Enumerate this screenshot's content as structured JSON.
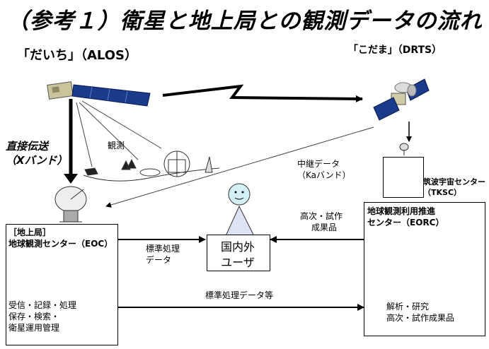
{
  "title": "（参考１）衛星と地上局との観測データの流れ",
  "daichi_label": "「だいち」（ALOS）",
  "kodama_label": "「こだま」（DRTS）",
  "direct_label_1": "直接伝送",
  "direct_label_2": "（Xバンド）",
  "observation_label": "観測",
  "relay_label_1": "中継データ",
  "relay_label_2": "（Kaバンド）",
  "tksc_label_1": "筑波宇宙センター",
  "tksc_label_2": "（TKSC）",
  "eoc_title_1": "［地上局］",
  "eoc_title_2": "地球観測センター（EOC）",
  "eoc_func_1": "受信・記録・処理",
  "eoc_func_2": "保存・検索・",
  "eoc_func_3": "衛星運用管理",
  "standard_label_1": "標準処理",
  "standard_label_2": "データ",
  "users_label_1": "国内外",
  "users_label_2": "ユーザ",
  "higher_label_1": "高次・試作",
  "higher_label_2": "成果品",
  "eorc_title_1": "地球観測利用推進",
  "eorc_title_2": "センター（EORC）",
  "eorc_func_1": "解析・研究",
  "eorc_func_2": "高次・試作成果品",
  "bottom_flow_label": "標準処理データ等"
}
